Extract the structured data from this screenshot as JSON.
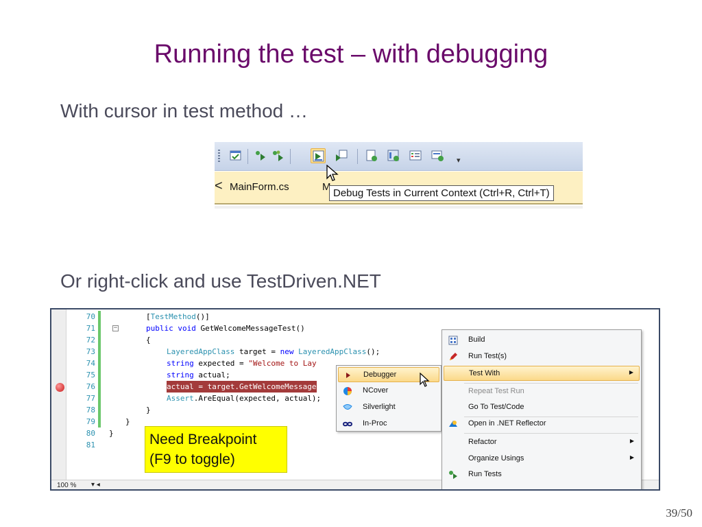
{
  "slide": {
    "title": "Running the test – with debugging",
    "bullet1": "With cursor in test method …",
    "bullet2": "Or right-click and use TestDriven.NET",
    "page_number": "39/50"
  },
  "toolbar_shot": {
    "tooltip": "Debug Tests in Current Context (Ctrl+R, Ctrl+T)",
    "tab_label": "MainForm.cs",
    "tab_partial": "M",
    "tab_scroll_arrow": "<"
  },
  "editor": {
    "zoom": "100 %",
    "lines": [
      {
        "num": "70",
        "code": "[TestMethod()]"
      },
      {
        "num": "71",
        "code": "public void GetWelcomeMessageTest()"
      },
      {
        "num": "72",
        "code": "{"
      },
      {
        "num": "73",
        "code": "LayeredAppClass target = new LayeredAppClass();"
      },
      {
        "num": "74",
        "code": "string expected = \"Welcome to Lay"
      },
      {
        "num": "75",
        "code": "string actual;"
      },
      {
        "num": "76",
        "code": "actual = target.GetWelcomeMessage"
      },
      {
        "num": "77",
        "code": "Assert.AreEqual(expected, actual);"
      },
      {
        "num": "78",
        "code": "}"
      },
      {
        "num": "79",
        "code": "}"
      },
      {
        "num": "80",
        "code": "}"
      },
      {
        "num": "81",
        "code": ""
      }
    ],
    "note_line1": "Need Breakpoint",
    "note_line2": "(F9 to toggle)"
  },
  "submenu": {
    "items": [
      "Debugger",
      "NCover",
      "Silverlight",
      "In-Proc"
    ]
  },
  "context_menu": {
    "items": [
      {
        "label": "Build"
      },
      {
        "label": "Run Test(s)"
      },
      {
        "label": "Test With"
      },
      {
        "label": "Repeat Test Run"
      },
      {
        "label": "Go To Test/Code"
      },
      {
        "label": "Open in .NET Reflector"
      },
      {
        "label": "Refactor"
      },
      {
        "label": "Organize Usings"
      },
      {
        "label": "Run Tests"
      }
    ]
  }
}
